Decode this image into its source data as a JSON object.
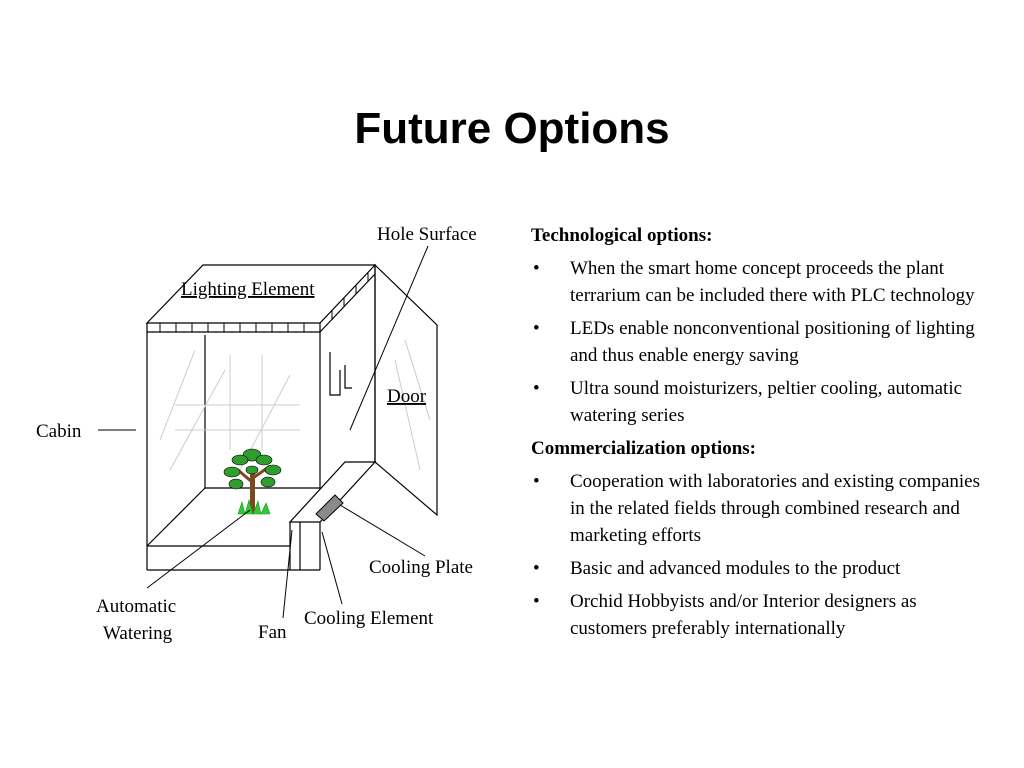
{
  "slide": {
    "title": "Future Options"
  },
  "diagram": {
    "labels": {
      "hole_surface": "Hole Surface",
      "lighting_element": "Lighting Element",
      "door": "Door",
      "cabin": "Cabin",
      "cooling_plate": "Cooling Plate",
      "automatic_watering_line1": "Automatic",
      "automatic_watering_line2": "Watering",
      "fan": "Fan",
      "cooling_element": "Cooling Element"
    },
    "colors": {
      "leaf": "#2f9e2f",
      "trunk": "#7a4a1e",
      "grass": "#32c832",
      "cooling_plate": "#8a8a8a",
      "glass": "#cccccc"
    }
  },
  "content": {
    "sections": [
      {
        "heading": "Technological options:",
        "bullets": [
          "When the smart home concept proceeds the plant terrarium can be included there with PLC technology",
          "LEDs enable nonconventional positioning of lighting and thus enable energy saving",
          "Ultra sound moisturizers, peltier cooling, automatic watering series"
        ]
      },
      {
        "heading": "Commercialization options:",
        "bullets": [
          "Cooperation with laboratories and existing companies in the related fields through combined research and marketing efforts",
          "Basic and advanced modules to the product",
          "Orchid Hobbyists and/or Interior designers as customers preferably internationally"
        ]
      }
    ],
    "bullet_symbol": "•"
  }
}
